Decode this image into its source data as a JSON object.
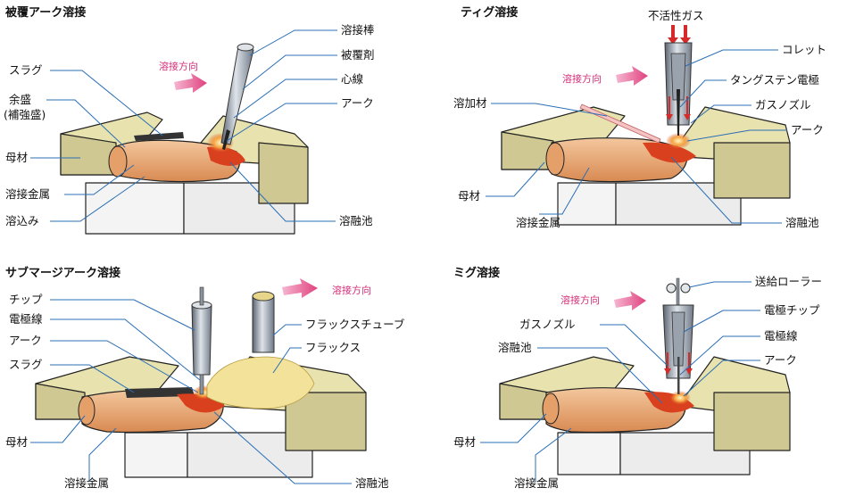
{
  "colors": {
    "plate_top": "#e8e2ae",
    "plate_side": "#cfc892",
    "base_box": "#f4f4f4",
    "weld": "#e8aa72",
    "weld_dark": "#c97b45",
    "pool": "#d9401e",
    "leader": "#2a6fb5",
    "direction": "#d3307a",
    "flux": "#f3e29a"
  },
  "panels": {
    "shielded": {
      "title": "被覆アーク溶接",
      "direction": "溶接方向",
      "labels": {
        "rod": "溶接棒",
        "coating": "被覆剤",
        "core": "心線",
        "arc": "アーク",
        "slag": "スラグ",
        "reinforce1": "余盛",
        "reinforce2": "(補強盛)",
        "base": "母材",
        "metal": "溶接金属",
        "penetration": "溶込み",
        "pool": "溶融池"
      }
    },
    "tig": {
      "title": "ティグ溶接",
      "gas": "不活性ガス",
      "direction": "溶接方向",
      "labels": {
        "collet": "コレット",
        "tungsten": "タングステン電極",
        "nozzle": "ガスノズル",
        "arc": "アーク",
        "filler": "溶加材",
        "base": "母材",
        "metal": "溶接金属",
        "pool": "溶融池"
      }
    },
    "saw": {
      "title": "サブマージアーク溶接",
      "direction": "溶接方向",
      "labels": {
        "tip": "チップ",
        "wire": "電極線",
        "arc": "アーク",
        "slag": "スラグ",
        "flux_tube": "フラックスチューブ",
        "flux": "フラックス",
        "base": "母材",
        "metal": "溶接金属",
        "pool": "溶融池"
      }
    },
    "mig": {
      "title": "ミグ溶接",
      "direction": "溶接方向",
      "labels": {
        "roller": "送給ローラー",
        "nozzle": "ガスノズル",
        "tip": "電極チップ",
        "wire": "電極線",
        "pool": "溶融池",
        "arc": "アーク",
        "base": "母材",
        "metal": "溶接金属"
      }
    }
  }
}
